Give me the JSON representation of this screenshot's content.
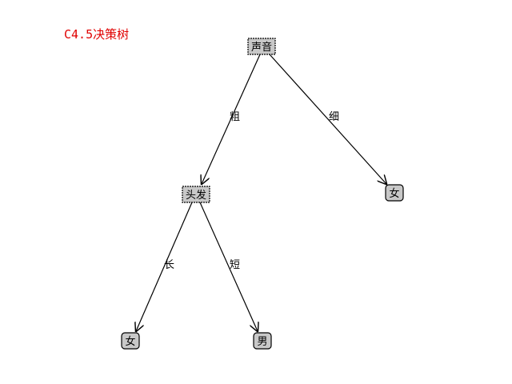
{
  "title": "C4.5决策树",
  "colors": {
    "title": "#e00000",
    "node_fill": "#c8c8c8",
    "node_stroke": "#000000",
    "edge": "#000000",
    "text": "#000000"
  },
  "tree": {
    "root": {
      "label": "声音",
      "kind": "decision"
    },
    "nodes": [
      {
        "id": "hair",
        "label": "头发",
        "kind": "decision"
      },
      {
        "id": "female_right",
        "label": "女",
        "kind": "leaf"
      },
      {
        "id": "female_left",
        "label": "女",
        "kind": "leaf"
      },
      {
        "id": "male",
        "label": "男",
        "kind": "leaf"
      }
    ],
    "edges": [
      {
        "from": "root",
        "to": "hair",
        "label": "粗"
      },
      {
        "from": "root",
        "to": "female_right",
        "label": "细"
      },
      {
        "from": "hair",
        "to": "female_left",
        "label": "长"
      },
      {
        "from": "hair",
        "to": "male",
        "label": "短"
      }
    ]
  }
}
